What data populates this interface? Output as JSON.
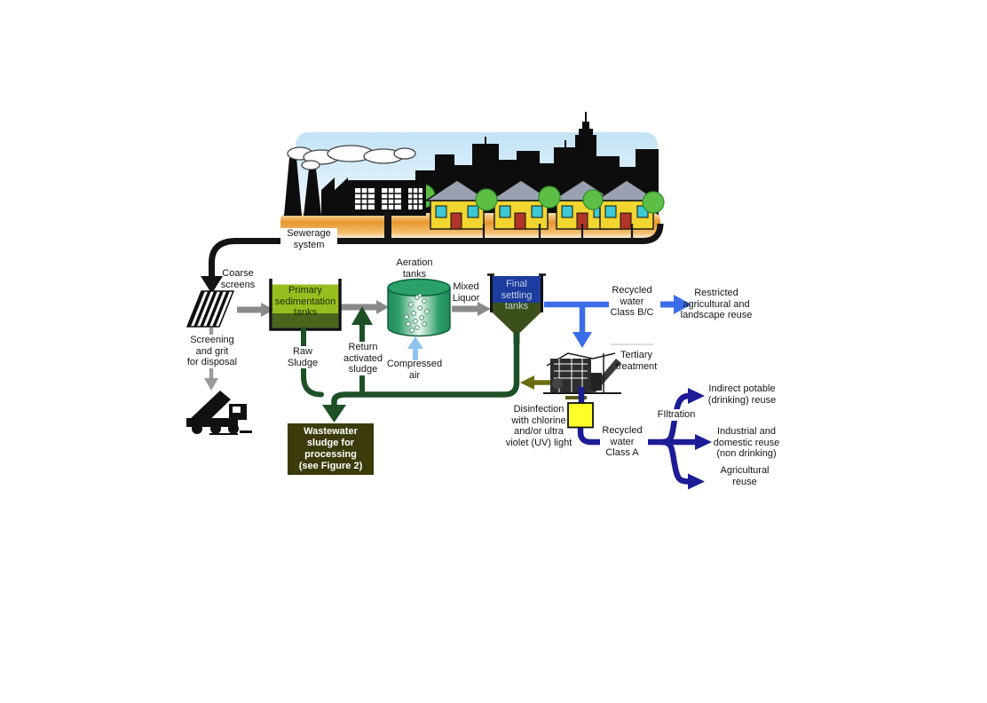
{
  "diagram": {
    "title_context": "Wastewater treatment process flow diagram",
    "labels": {
      "sewerage_system": "Sewerage\nsystem",
      "coarse_screens": "Coarse\nscreens",
      "screening_disposal": "Screening\nand grit\nfor disposal",
      "primary_tank": "Primary\nsedimentation\ntanks",
      "raw_sludge": "Raw\nSludge",
      "return_activated": "Return\nactivated\nsludge",
      "aeration_tanks": "Aeration\ntanks",
      "compressed_air": "Compressed\nair",
      "mixed_liquor": "Mixed\nLiquor",
      "final_settling": "Final\nsettling\ntanks",
      "recycled_bc": "Recycled\nwater\nClass B/C",
      "restricted_reuse": "Restricted\nagricultural and\nlandscape reuse",
      "tertiary_treatment": "Tertiary\ntreatment",
      "wastewater_sludge": "Wastewater\nsludge for\nprocessing\n(see Figure 2)",
      "disinfection": "Disinfection\nwith chlorine\nand/or ultra\nviolet (UV) light",
      "recycled_a": "Recycled\nwater\nClass A",
      "filtration": "FIltration",
      "indirect_potable": "Indirect potable\n(drinking) reuse",
      "industrial_domestic": "Industrial and\ndomestic reuse\n(non drinking)",
      "agricultural_reuse": "Agricultural\nreuse"
    },
    "colors": {
      "sewer_black": "#141414",
      "gray_arrow": "#8a8a8a",
      "sludge_green": "#1d5026",
      "water_blue": "#3a6de8",
      "navy_blue": "#1c1c96",
      "light_blue_air": "#90c4f0",
      "olive_arrow": "#6b6b10",
      "primary_tank_light": "#97be1e",
      "primary_tank_dark": "#4b661c",
      "settling_blue": "#1c3ca0",
      "settling_green": "#3c501c",
      "aeration_green": "#29a169",
      "disinfection_yellow": "#ffff29",
      "sludge_box_bg": "#3b3b0b",
      "house_yellow": "#f2d630",
      "ground_orange": "#e8962e"
    }
  }
}
